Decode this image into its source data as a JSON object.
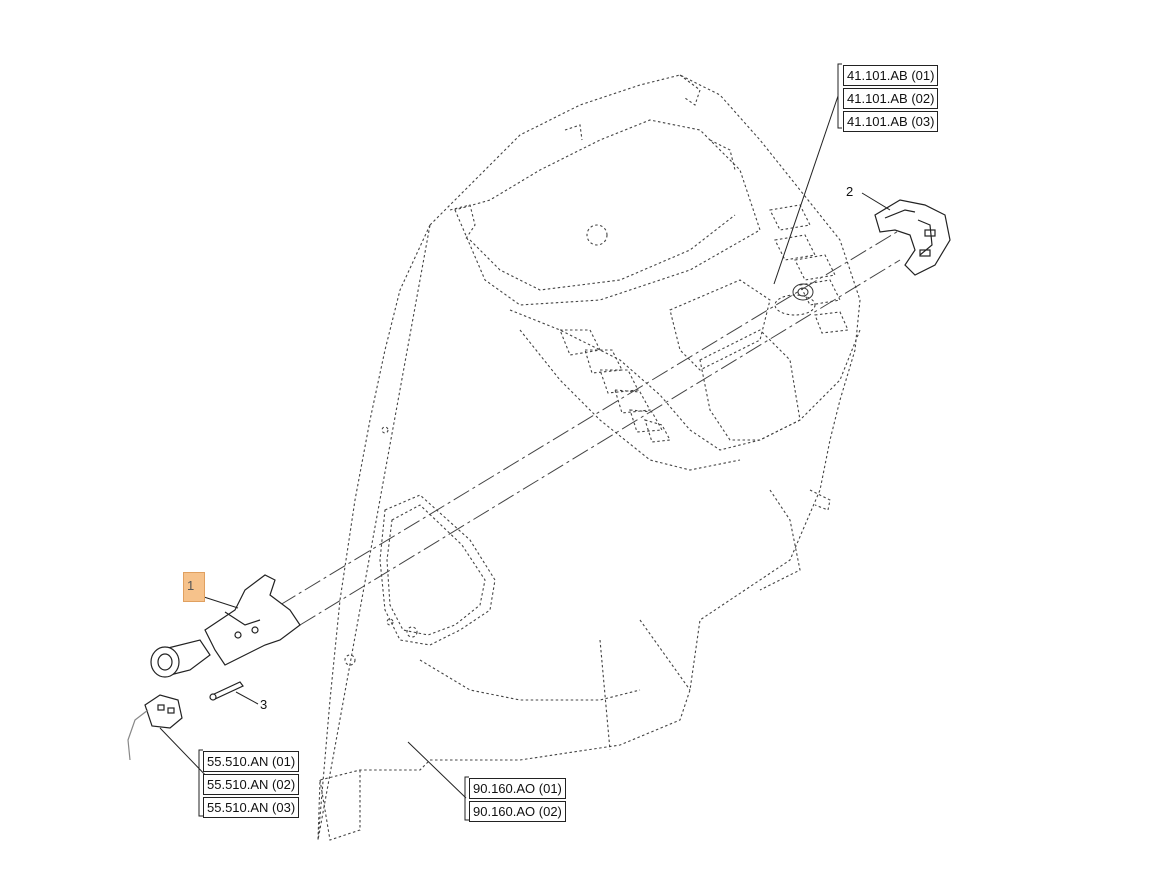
{
  "callouts": {
    "item1": "1",
    "item2": "2",
    "item3": "3"
  },
  "references": {
    "group_41_101": [
      "41.101.AB (01)",
      "41.101.AB (02)",
      "41.101.AB (03)"
    ],
    "group_55_510": [
      "55.510.AN (01)",
      "55.510.AN (02)",
      "55.510.AN (03)"
    ],
    "group_90_160": [
      "90.160.AO (01)",
      "90.160.AO (02)"
    ]
  },
  "colors": {
    "line": "#333333",
    "highlight": "#f6c28b"
  }
}
